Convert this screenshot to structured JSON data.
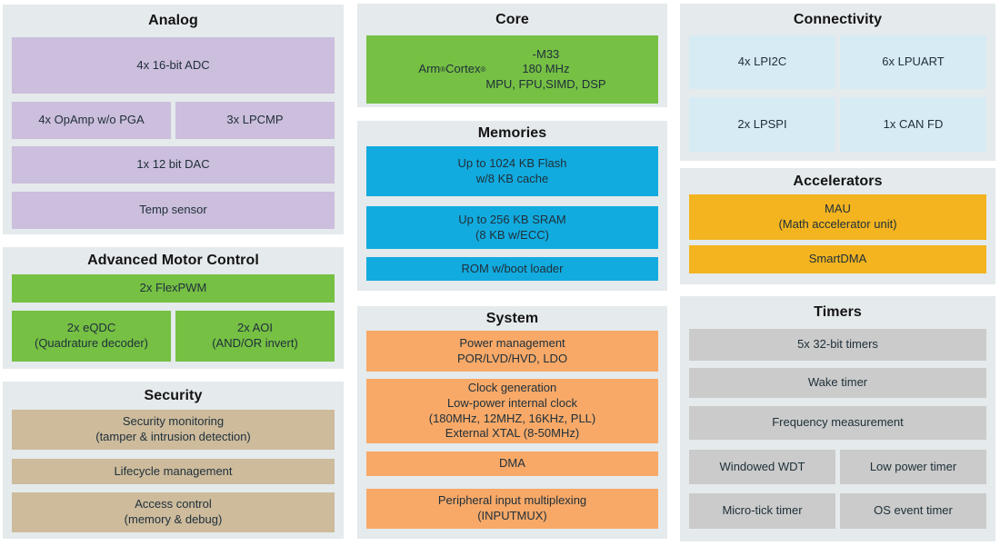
{
  "analog": {
    "title": "Analog",
    "blocks": {
      "adc": "4x 16-bit ADC",
      "opamp": "4x OpAmp w/o PGA",
      "lpcmp": "3x LPCMP",
      "dac": "1x 12 bit DAC",
      "temp_sensor": "Temp sensor"
    }
  },
  "motor": {
    "title": "Advanced Motor Control",
    "blocks": {
      "flexpwm": "2x FlexPWM",
      "eqdc": "2x eQDC\n(Quadrature decoder)",
      "aoi": "2x AOI\n(AND/OR invert)"
    }
  },
  "security": {
    "title": "Security",
    "blocks": {
      "monitoring": "Security monitoring\n(tamper & intrusion detection)",
      "lifecycle": "Lifecycle management",
      "access": "Access control\n(memory & debug)"
    }
  },
  "core": {
    "title": "Core",
    "blocks": {
      "cpu": "Arm® Cortex®-M33\n180 MHz\nMPU, FPU,SIMD, DSP"
    }
  },
  "memories": {
    "title": "Memories",
    "blocks": {
      "flash": "Up to 1024 KB Flash\nw/8 KB cache",
      "sram": "Up to 256 KB SRAM\n(8 KB w/ECC)",
      "rom": "ROM w/boot loader"
    }
  },
  "system": {
    "title": "System",
    "blocks": {
      "power": "Power management\nPOR/LVD/HVD, LDO",
      "clock": "Clock generation\nLow-power internal clock\n(180MHz, 12MHZ, 16KHz, PLL)\nExternal XTAL (8-50MHz)",
      "dma": "DMA",
      "inputmux": "Peripheral input multiplexing\n(INPUTMUX)"
    }
  },
  "connectivity": {
    "title": "Connectivity",
    "blocks": {
      "lpi2c": "4x LPI2C",
      "lpuart": "6x LPUART",
      "lpspi": "2x LPSPI",
      "canfd": "1x CAN FD"
    }
  },
  "accelerators": {
    "title": "Accelerators",
    "blocks": {
      "mau": "MAU\n(Math accelerator unit)",
      "smartdma": "SmartDMA"
    }
  },
  "timers": {
    "title": "Timers",
    "blocks": {
      "timers32": "5x 32-bit timers",
      "wake": "Wake timer",
      "freq": "Frequency measurement",
      "wwdt": "Windowed WDT",
      "lptimer": "Low power timer",
      "utick": "Micro-tick timer",
      "ostimer": "OS event timer"
    }
  },
  "colors": {
    "panel_bg": "#e5eaec",
    "analog": "#ccbedd",
    "green": "#76c044",
    "security": "#cdbb9c",
    "memory_blue": "#12abdf",
    "connectivity_blue": "#d7ebf5",
    "system_orange": "#f8a968",
    "accelerator_yellow": "#f3b41f",
    "timer_gray": "#cacbca"
  }
}
